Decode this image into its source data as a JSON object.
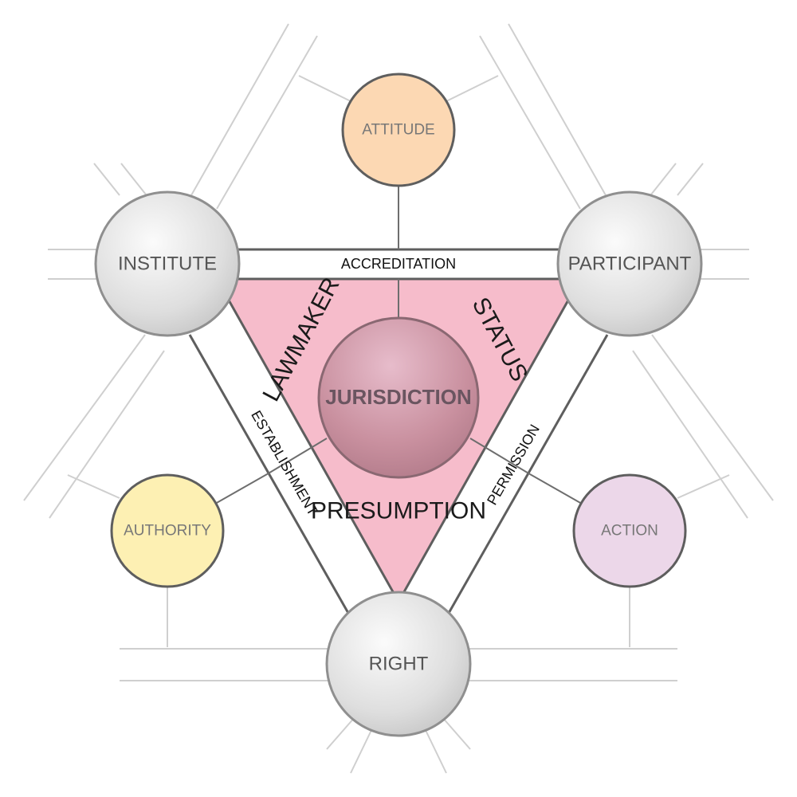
{
  "nodes": {
    "institute": "INSTITUTE",
    "participant": "PARTICIPANT",
    "right": "RIGHT",
    "attitude": "ATTITUDE",
    "authority": "AUTHORITY",
    "action": "ACTION",
    "jurisdiction": "JURISDICTION"
  },
  "edges": {
    "accreditation": "ACCREDITATION",
    "establishment": "ESTABLISHMENT",
    "permission": "PERMISSION"
  },
  "regions": {
    "lawmaker": "LAWMAKER",
    "status": "STATUS",
    "presumption": "PRESUMPTION"
  },
  "colors": {
    "triangle_fill": "#f6bccb",
    "attitude_fill": "#fcd8b3",
    "authority_fill": "#fdf0b3",
    "action_fill": "#ecd7e9",
    "gray_node": "#dcdcdc",
    "jurisdiction_fill": "#c88d9d"
  }
}
